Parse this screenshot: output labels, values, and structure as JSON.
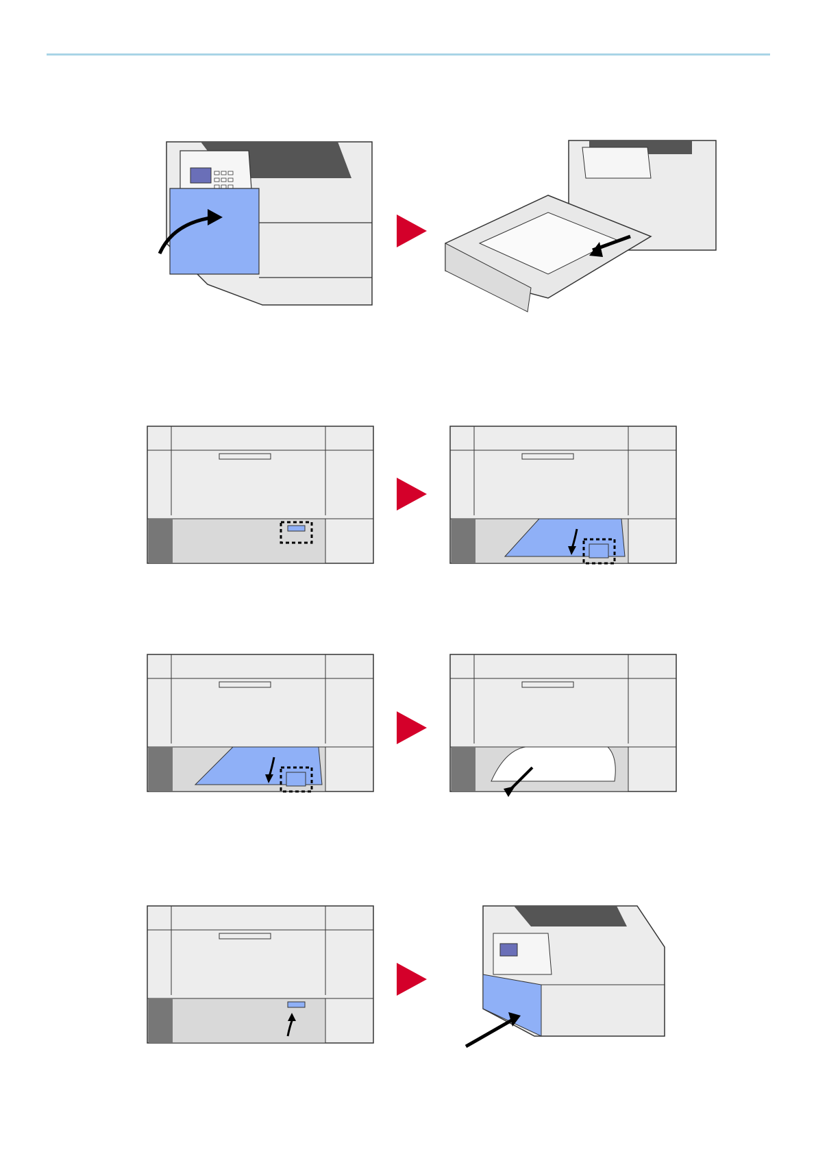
{
  "document": {
    "header_rule_color": "#a9d4e6",
    "step_arrow_color": "#d4002a",
    "highlight_color": "#8fb0f7",
    "steps": [
      {
        "row": 1,
        "before": "printer-front-open-cover",
        "after": "cassette-pulled-out"
      },
      {
        "row": 2,
        "before": "cassette-slot-lever-marked",
        "after": "cassette-slot-guide-lowered"
      },
      {
        "row": 3,
        "before": "cassette-slot-guide-lowered",
        "after": "jammed-paper-removed"
      },
      {
        "row": 4,
        "before": "cassette-slot-guide-raised",
        "after": "printer-cassette-pushed-in"
      }
    ]
  }
}
